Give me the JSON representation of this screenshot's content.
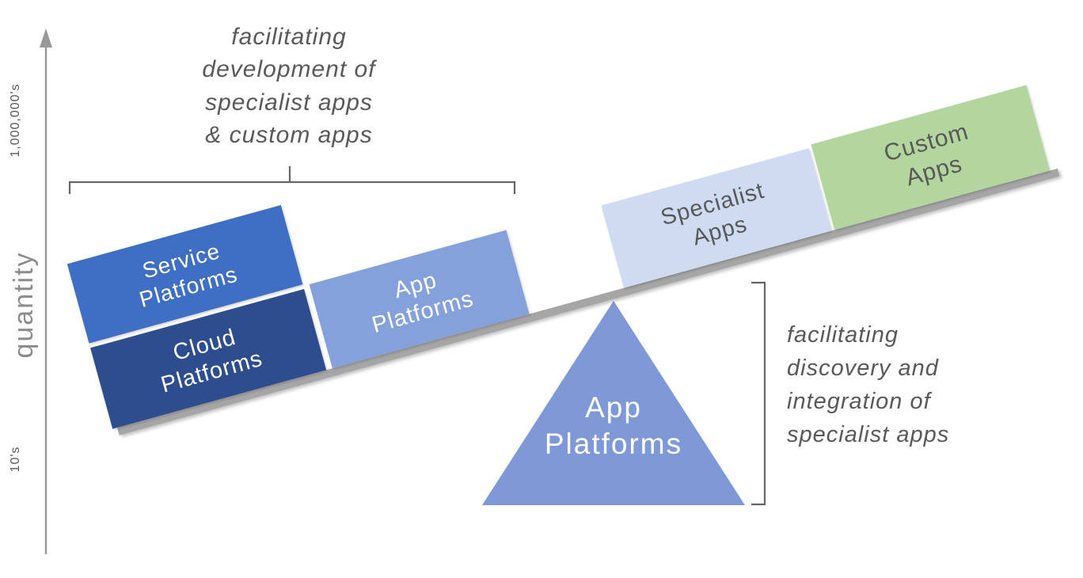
{
  "axis": {
    "label": "quantity",
    "top_tick": "1,000,000's",
    "bottom_tick": "10's"
  },
  "annotations": {
    "development": "facilitating\ndevelopment of\nspecialist apps\n& custom apps",
    "discovery": "facilitating\ndiscovery and\nintegration of\nspecialist apps"
  },
  "seesaw": {
    "beam_color": "#a6a6a6",
    "fulcrum": {
      "label": "App\nPlatforms",
      "bg": "#7e99d6",
      "text_color": "#ffffff"
    },
    "boxes": [
      {
        "id": "service-platforms",
        "label": "Service\nPlatforms",
        "bg": "#3f6fc4",
        "text_color": "#ffffff"
      },
      {
        "id": "cloud-platforms",
        "label": "Cloud\nPlatforms",
        "bg": "#2d4d8e",
        "text_color": "#ffffff"
      },
      {
        "id": "app-platforms",
        "label": "App\nPlatforms",
        "bg": "#84a1dc",
        "text_color": "#ffffff"
      },
      {
        "id": "specialist-apps",
        "label": "Specialist\nApps",
        "bg": "#cfdbf1",
        "text_color": "#595959"
      },
      {
        "id": "custom-apps",
        "label": "Custom\nApps",
        "bg": "#b2d69e",
        "text_color": "#595959"
      }
    ]
  }
}
